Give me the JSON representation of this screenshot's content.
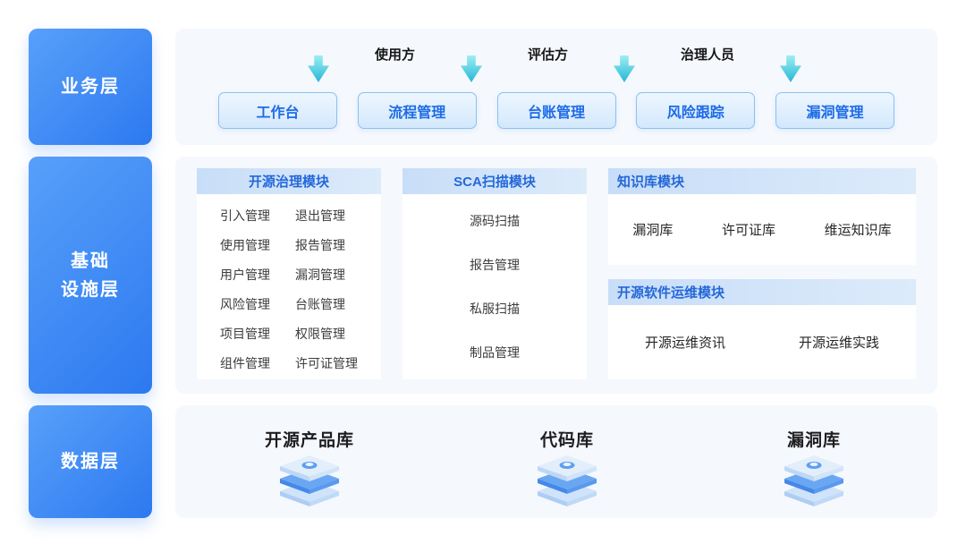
{
  "diagram": {
    "layers": {
      "business_label": "业务层",
      "infrastructure_label": "基础\n设施层",
      "data_label": "数据层"
    },
    "business": {
      "roles": [
        "使用方",
        "评估方",
        "治理人员"
      ],
      "buttons": [
        "工作台",
        "流程管理",
        "台账管理",
        "风险跟踪",
        "漏洞管理"
      ]
    },
    "infrastructure": {
      "governance": {
        "title": "开源治理模块",
        "left_items": [
          "引入管理",
          "使用管理",
          "用户管理",
          "风险管理",
          "项目管理",
          "组件管理"
        ],
        "right_items": [
          "退出管理",
          "报告管理",
          "漏洞管理",
          "台账管理",
          "权限管理",
          "许可证管理"
        ]
      },
      "sca": {
        "title": "SCA扫描模块",
        "items": [
          "源码扫描",
          "报告管理",
          "私服扫描",
          "制品管理"
        ]
      },
      "knowledge": {
        "title": "知识库模块",
        "items": [
          "漏洞库",
          "许可证库",
          "维运知识库"
        ]
      },
      "ops": {
        "title": "开源软件运维模块",
        "items": [
          "开源运维资讯",
          "开源运维实践"
        ]
      }
    },
    "data": {
      "databases": [
        "开源产品库",
        "代码库",
        "漏洞库"
      ]
    }
  },
  "colors": {
    "layer_gradient_start": "#58a0fa",
    "layer_gradient_end": "#2c79f0",
    "accent_blue": "#1e6be6",
    "arrow_teal": "#25b7d6",
    "panel_bg": "#f5f8fd",
    "module_header_bg": "#c8ddf8"
  }
}
